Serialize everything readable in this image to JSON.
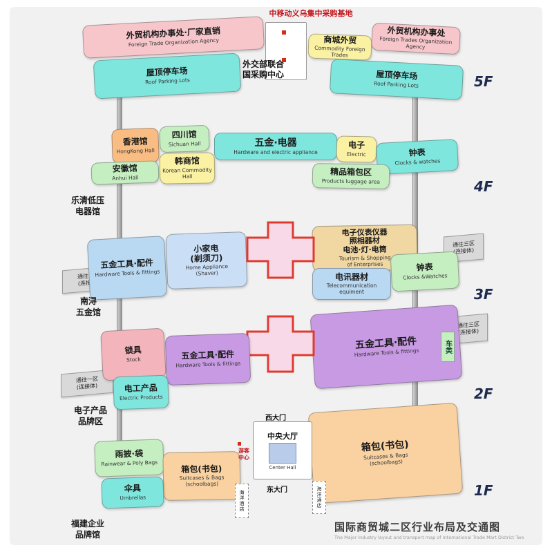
{
  "title": {
    "zh": "国际商贸城二区行业布局及交通图",
    "en": "The Major Industry layout and transport map of International Trade Mart District Two"
  },
  "floor_labels": {
    "f5": "5F",
    "f4": "4F",
    "f3": "3F",
    "f2": "2F",
    "f1": "1F"
  },
  "palette": {
    "pink": "#f7c6cb",
    "cyan": "#7fe6de",
    "yellow": "#fbf1a3",
    "green": "#c5eec1",
    "orange": "#f9bd84",
    "tan": "#f1d7a2",
    "blue": "#b9d8f2",
    "blue_light": "#cadff5",
    "purple": "#c89ae4",
    "salmon": "#f3b4bc",
    "peach": "#fad2a2",
    "gray_tab": "#d9d9d9",
    "red_accent": "#d42b1e",
    "navy_floor_tag": "#1f2b4e",
    "hall_blue": "#b9cce9",
    "cross_pink": "#f7d9e8"
  },
  "f5": {
    "top_note": "中移动义乌集中采购基地",
    "ftoa_left": {
      "zh": "外贸机构办事处·厂家直销",
      "en": "Foreign Trade Organization Agency"
    },
    "commodity": {
      "zh": "商城外贸",
      "en": "Commodity Foreign Trades"
    },
    "ftoa_right": {
      "zh": "外贸机构办事处",
      "en": "Foreign Trades Organization Agency"
    },
    "un_center": "外交部联合国采购中心",
    "roof_left": {
      "zh": "屋顶停车场",
      "en": "Roof Parking Lots"
    },
    "roof_right": {
      "zh": "屋顶停车场",
      "en": "Roof Parking Lots"
    }
  },
  "f4": {
    "hongkong": {
      "zh": "香港馆",
      "en": "HongKong Hall"
    },
    "sichuan": {
      "zh": "四川馆",
      "en": "Sichuan Hall"
    },
    "anhui": {
      "zh": "安徽馆",
      "en": "Anhui Hall"
    },
    "korean": {
      "zh": "韩商馆",
      "en": "Korean Commodity Hall"
    },
    "hardware_electric": {
      "zh": "五金·电器",
      "en": "Hardware and electric appliance"
    },
    "electric": {
      "zh": "电子",
      "en": "Electric"
    },
    "clocks": {
      "zh": "钟表",
      "en": "Clocks & watches"
    },
    "luggage": {
      "zh": "精品箱包区",
      "en": "Products luggage area"
    },
    "side_label": "乐清低压\n电器馆"
  },
  "f3": {
    "link_west": "通往一区\n(连接体)",
    "side_label": "南浔\n五金馆",
    "hardware_tools": {
      "zh": "五金工具·配件",
      "en": "Hardware Tools & fittings"
    },
    "home_appliance": {
      "zh": "小家电\n(剃须刀)",
      "en": "Home Appliance\n(Shaver)"
    },
    "instruments": {
      "zh": "电子仪表仪器\n照相器材\n电池·灯·电筒",
      "en": "Tourism & Shopping\nof Enterprises"
    },
    "telecom": {
      "zh": "电讯器材",
      "en": "Telecommunication\nequiment"
    },
    "clocks": {
      "zh": "钟表",
      "en": "Clocks &Watches"
    },
    "link_east": "通往三区\n(连接体)"
  },
  "f2": {
    "link_west": "通往一区\n(连接体)",
    "lock": {
      "zh": "锁具",
      "en": "Stock"
    },
    "hardware_left": {
      "zh": "五金工具·配件",
      "en": "Hardware Tools & fittings"
    },
    "hardware_right": {
      "zh": "五金工具·配件",
      "en": "Hardware Tools & fittings"
    },
    "electric_products": {
      "zh": "电工产品",
      "en": "Electric Products"
    },
    "vehicles": "车类",
    "link_east": "通往三区\n(连接体)",
    "side_label": "电子产品\n品牌区"
  },
  "f1": {
    "west_gate": "西大门",
    "east_gate": "东大门",
    "center_hall": {
      "zh": "中央大厅",
      "en": "Center Hall"
    },
    "tourist_center": "游客中心",
    "rain": {
      "zh": "雨披·袋",
      "en": "Rainwear & Poly Bags"
    },
    "suitcases_left": {
      "zh": "箱包(书包)",
      "en": "Suitcases & Bags\n(schoolbags)"
    },
    "umbrellas": {
      "zh": "伞具",
      "en": "Umbrellas"
    },
    "suitcases_right": {
      "zh": "箱包(书包)",
      "en": "Suitcases & Bags\n(schoolbags)"
    },
    "hotel_left": "海洋酒店",
    "hotel_right": "海洋酒店",
    "side_label": "福建企业\n品牌馆"
  }
}
